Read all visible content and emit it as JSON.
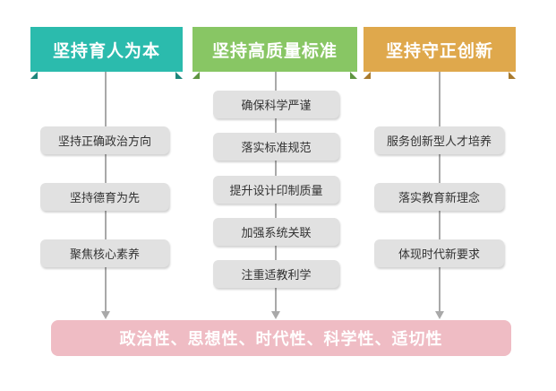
{
  "columns": [
    {
      "title": "坚持育人为本",
      "color": "#2bbbad",
      "items": [
        "坚持正确政治方向",
        "坚持德育为先",
        "聚焦核心素养"
      ]
    },
    {
      "title": "坚持高质量标准",
      "color": "#88c664",
      "items": [
        "确保科学严谨",
        "落实标准规范",
        "提升设计印制质量",
        "加强系统关联",
        "注重适教利学"
      ]
    },
    {
      "title": "坚持守正创新",
      "color": "#dfa84c",
      "items": [
        "服务创新型人才培养",
        "落实教育新理念",
        "体现时代新要求"
      ]
    }
  ],
  "banner": "政治性、思想性、时代性、科学性、适切性",
  "colors": {
    "pill_bg": "#e1e1e1",
    "banner_bg": "#efbcc4",
    "connector": "#a9a9a9"
  }
}
